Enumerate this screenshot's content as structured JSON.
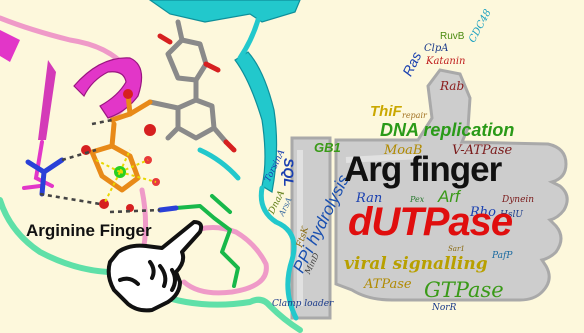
{
  "label": {
    "text": "Arginine Finger"
  },
  "colors": {
    "background": "#fdf8dc",
    "thumb": "#c8c8c8",
    "cyan_ribbon": "#22c8cc",
    "magenta_ribbon": "#e236c8",
    "pink_ribbon": "#ef9ac8",
    "green_ribbon": "#5fe0a8"
  },
  "icons": [
    "thumbs-up-icon",
    "pointing-hand-icon"
  ],
  "words": {
    "ruvb": "RuvB",
    "clpa": "ClpA",
    "katanin": "Katanin",
    "cdc48": "CDC48",
    "ras": "Ras",
    "rab": "Rab",
    "repair": "repair",
    "thif": "ThiF",
    "dna_replication": "DNA replication",
    "moab": "MoaB",
    "v_atpase": "V-ATPase",
    "gb1": "GB1",
    "torsin": "TorsinA",
    "sql": "SQL",
    "dnaa": "DnaA",
    "ppi_hydrolysis": "PPi hydrolysis",
    "arg_finger": "Arg finger",
    "ran": "Ran",
    "pex": "Pex",
    "arf": "Arf",
    "dynein": "Dynein",
    "rho": "Rho",
    "hslu": "HslU",
    "dutpase": "dUTPase",
    "sar": "Sar1",
    "pafp": "PafP",
    "viral_signalling": "viral signalling",
    "atpase": "ATPase",
    "gtpase": "GTPase",
    "mind": "MinD",
    "clamp_loader": "Clamp loader",
    "norr": "NorR",
    "ftsk": "FtsK",
    "arsa": "ArsA"
  }
}
